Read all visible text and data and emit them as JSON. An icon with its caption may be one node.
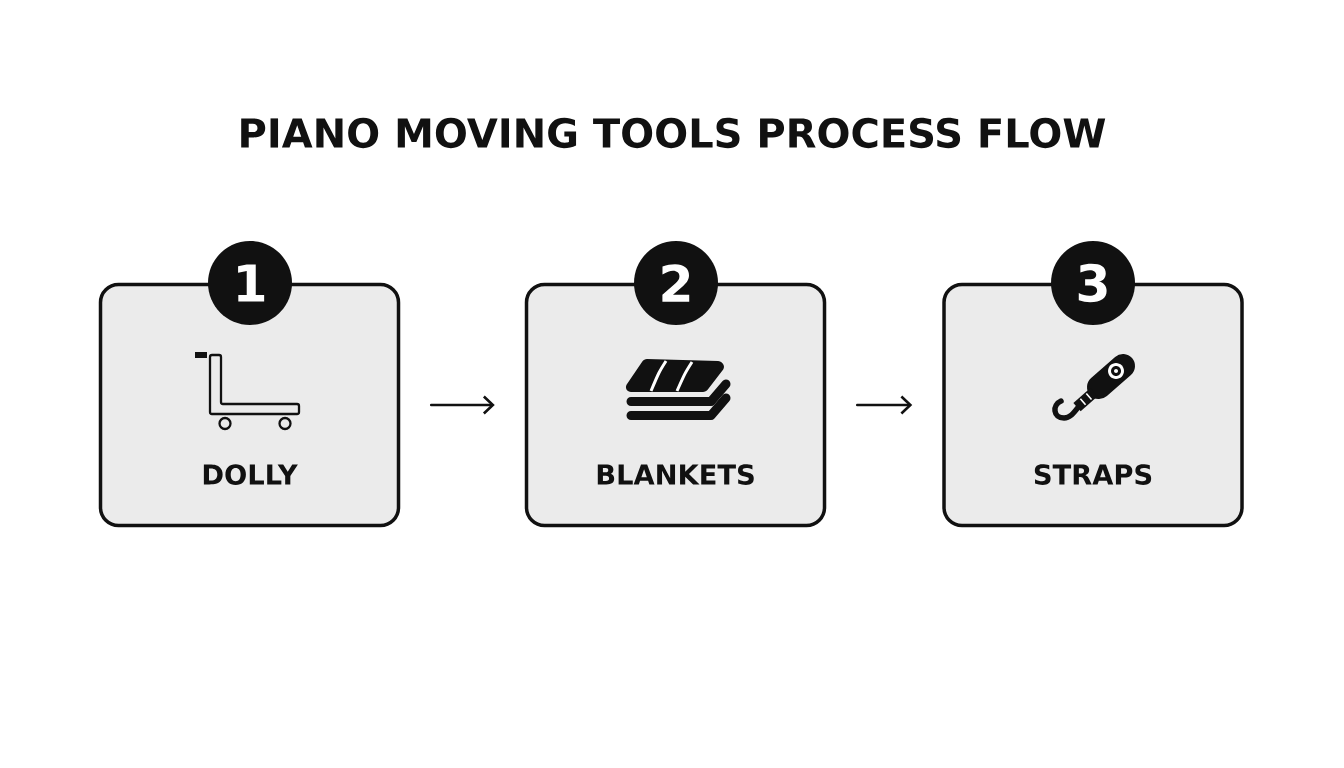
{
  "diagram": {
    "title": "PIANO MOVING TOOLS PROCESS FLOW",
    "nodes": [
      {
        "text": [
          "1"
        ]
      },
      {
        "text": [
          "DOLLY"
        ]
      },
      {
        "text": [
          "2"
        ]
      },
      {
        "text": [
          "BLANKETS"
        ]
      },
      {
        "text": [
          "3"
        ]
      },
      {
        "text": [
          "STRAPS"
        ]
      }
    ],
    "edges": [
      {
        "from": 1,
        "to": 3,
        "arrow": "to"
      },
      {
        "from": 3,
        "to": 5,
        "arrow": "to"
      }
    ]
  }
}
